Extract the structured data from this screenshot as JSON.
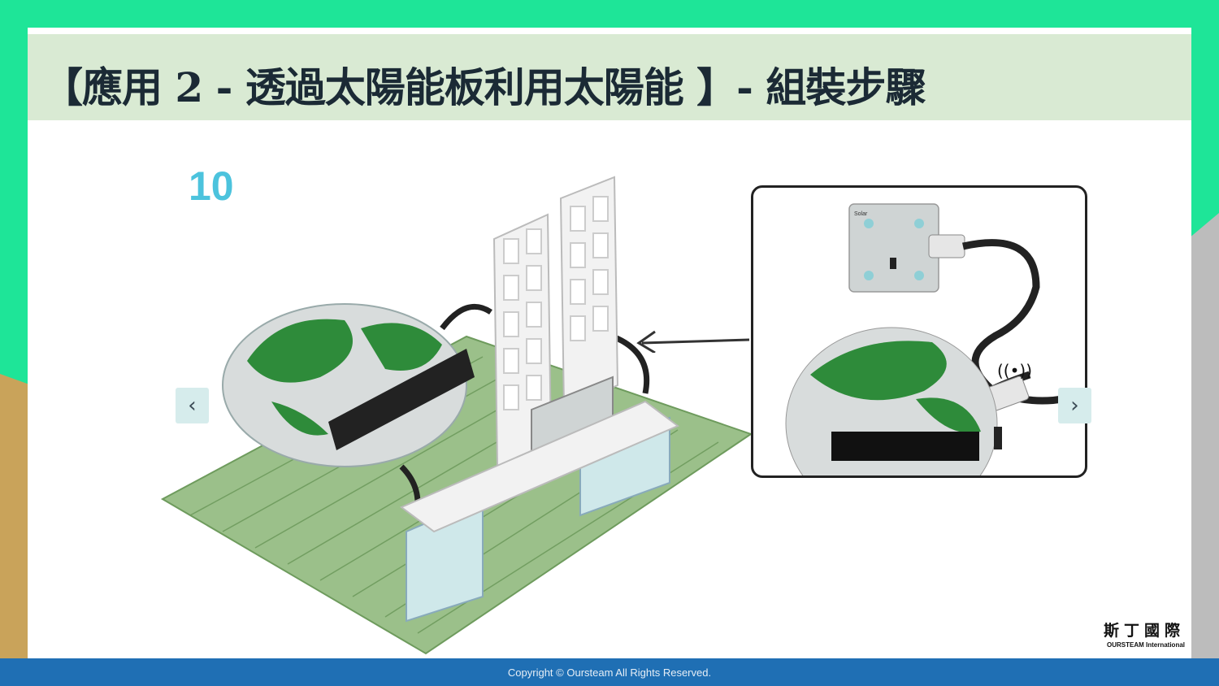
{
  "title": "【應用 2 - 透過太陽能板利用太陽能 】- 組裝步驟",
  "step_number": "10",
  "nav": {
    "prev_icon": "chevron-left-icon",
    "prev_symbol": "‹",
    "next_icon": "chevron-right-icon",
    "next_symbol": "›"
  },
  "inset": {
    "module_label": "Solar"
  },
  "brand": {
    "name_cn": "斯丁國際",
    "name_en": "OURSTEAM International"
  },
  "footer": {
    "copyright": "Copyright © Oursteam All Rights Reserved."
  },
  "colors": {
    "background": "#1ee598",
    "title_bar": "#d9ead3",
    "footer": "#1f6fb4",
    "step_number": "#4cc3dd",
    "board_green": "#9bc08a",
    "pcb_green": "#2e8b3a"
  }
}
